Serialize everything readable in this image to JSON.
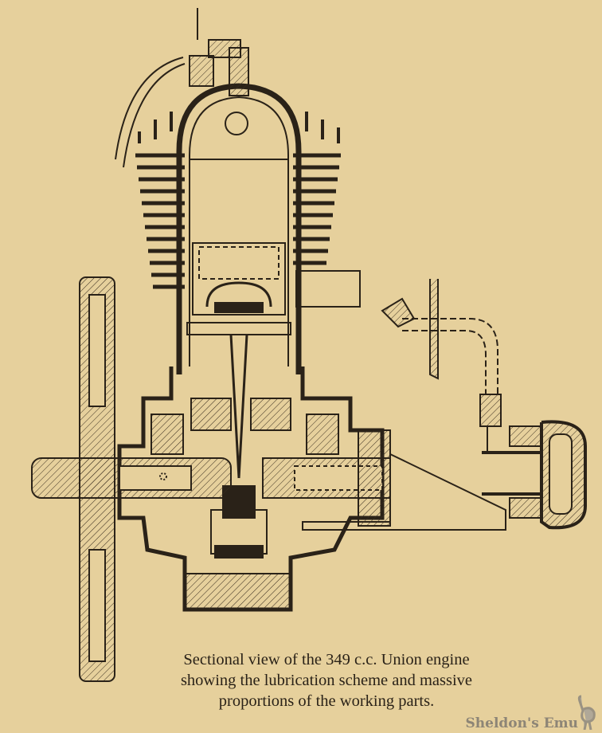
{
  "caption": {
    "line1": "Sectional view of the 349 c.c. Union engine",
    "line2": "showing the lubrication scheme and massive",
    "line3": "proportions of the working parts."
  },
  "watermark": "Sheldon's Emu",
  "colors": {
    "paper": "#e6d09c",
    "ink": "#2a2218"
  }
}
